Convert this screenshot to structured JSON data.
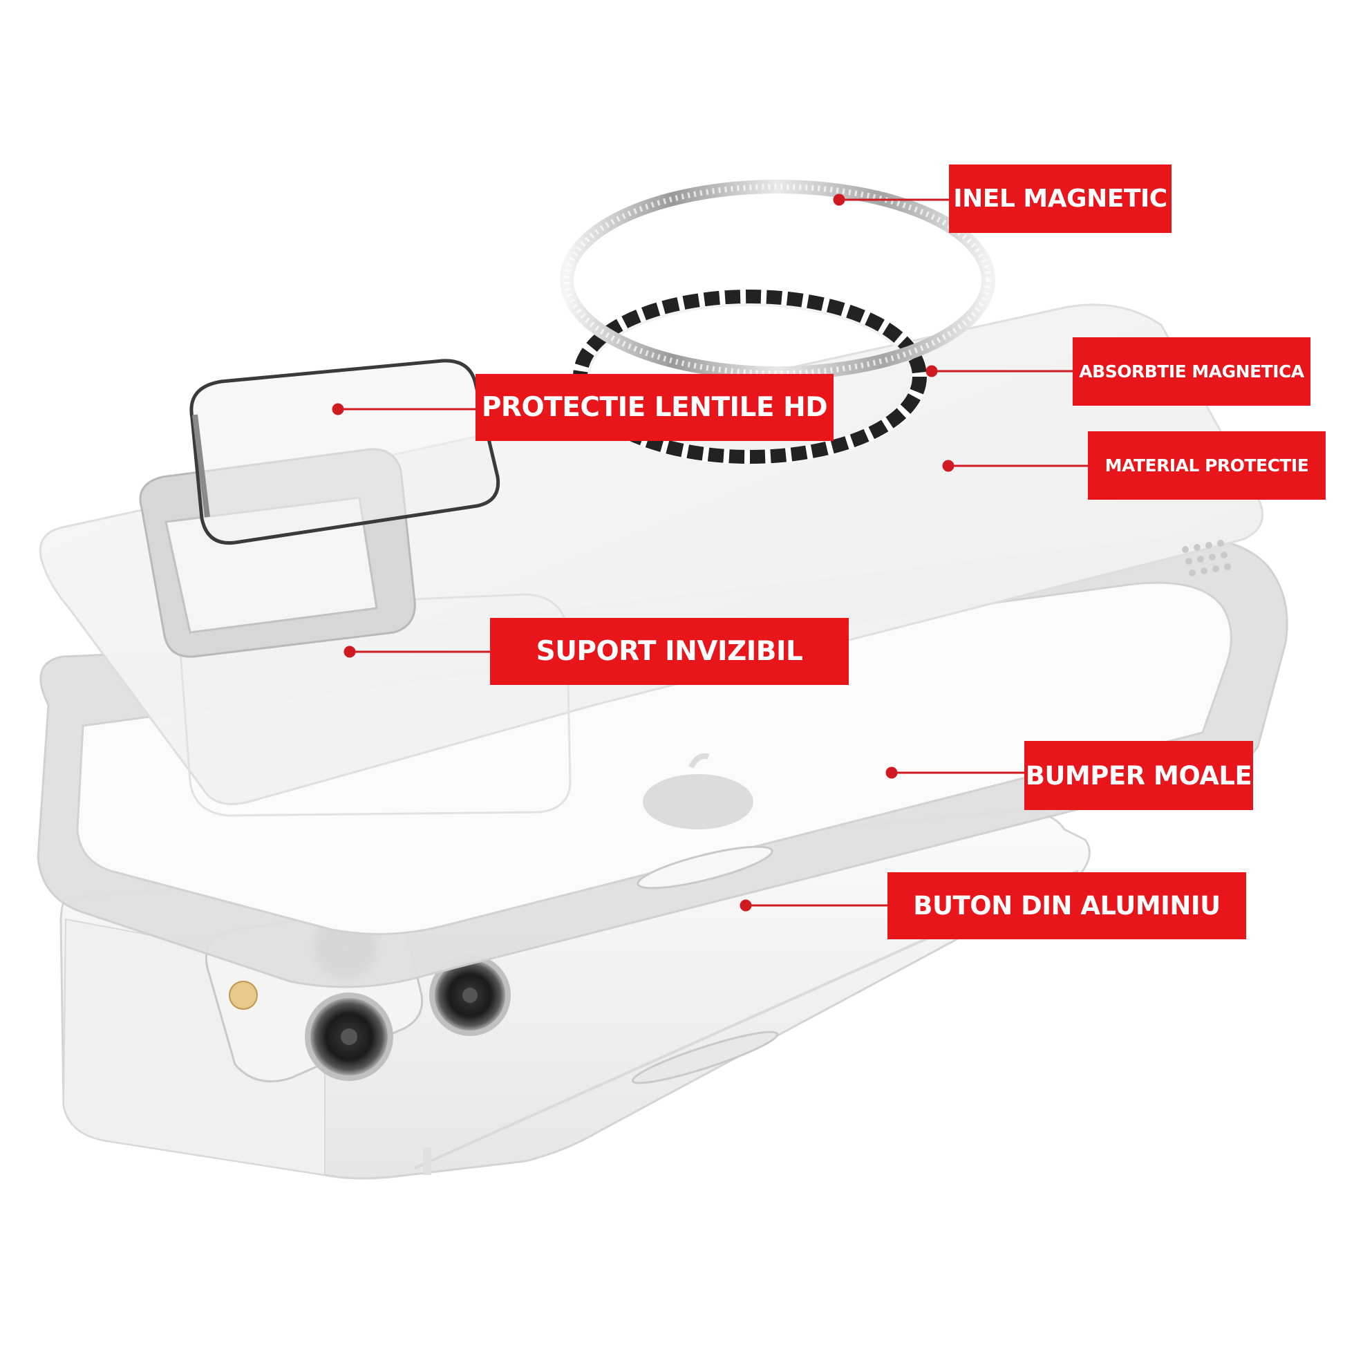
{
  "callouts": {
    "inel_magnetic": "INEL MAGNETIC",
    "absorbtie_magnetica": "ABSORBTIE MAGNETICA",
    "material_protectie": "MATERIAL PROTECTIE",
    "protectie_lentile": "PROTECTIE LENTILE HD",
    "suport_invizibil": "SUPORT INVIZIBIL",
    "bumper_moale": "BUMPER MOALE",
    "buton_aluminiu": "BUTON DIN ALUMINIU"
  },
  "colors": {
    "callout_red": "#e8151b",
    "leader_red": "#d01a22",
    "background": "#ffffff"
  }
}
